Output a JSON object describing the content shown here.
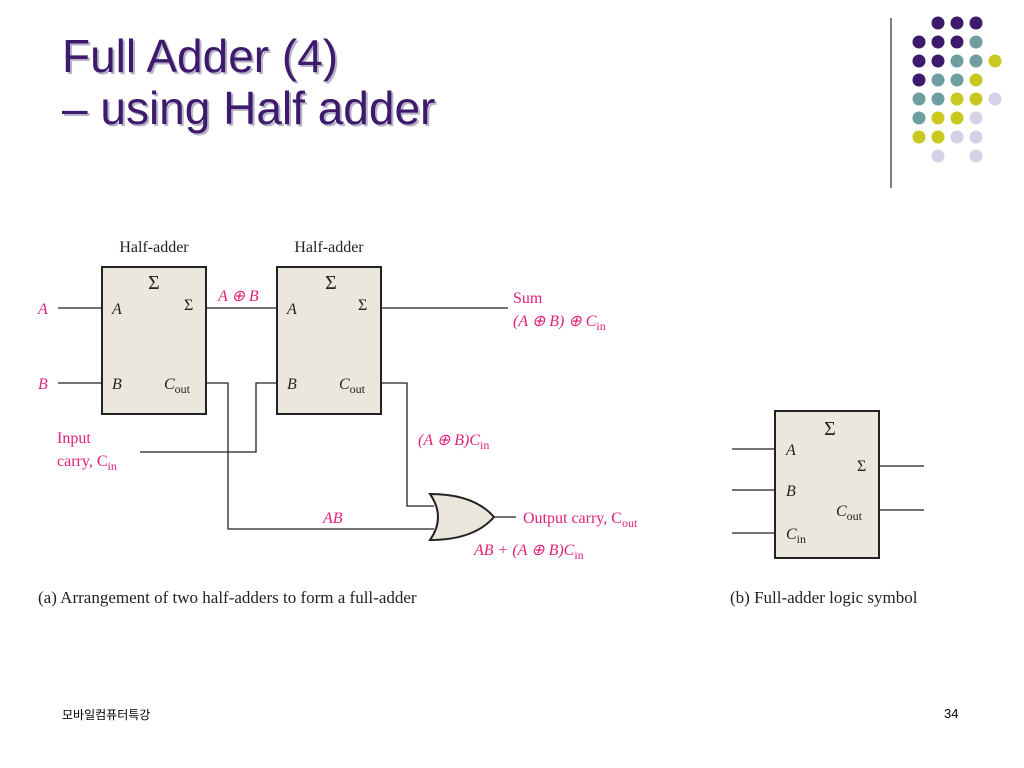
{
  "slide": {
    "title_line1": "Full Adder (4)",
    "title_line2": "– using Half adder",
    "footer_left": "모바일컴퓨터특강",
    "page_number": "34"
  },
  "colors": {
    "title": "#3d1a6b",
    "dot_purple": "#3d1a6b",
    "dot_teal": "#6f9ea0",
    "dot_yellow": "#c8c81e",
    "dot_lavender": "#d4d2e6",
    "box_fill": "#ece7dc",
    "annotation": "#e0207a"
  },
  "diagram_a": {
    "half_adder_1_label": "Half-adder",
    "half_adder_2_label": "Half-adder",
    "sigma": "Σ",
    "port_a": "A",
    "port_b": "B",
    "port_sum": "Σ",
    "port_cout_main": "C",
    "port_cout_sub": "out",
    "input_a": "A",
    "input_b": "B",
    "input_carry_line1": "Input",
    "input_carry_line2": "carry, C",
    "input_carry_sub": "in",
    "a_xor_b": "A ⊕ B",
    "sum_label": "Sum",
    "sum_expr_main": "(A ⊕ B) ⊕ C",
    "sum_expr_sub": "in",
    "mid_carry_main": "(A ⊕ B)C",
    "mid_carry_sub": "in",
    "ab_label": "AB",
    "output_carry_main": "Output carry, C",
    "output_carry_sub": "out",
    "carry_expr_main": "AB + (A ⊕ B)C",
    "carry_expr_sub": "in",
    "caption": "(a)  Arrangement of two half-adders to form a full-adder"
  },
  "diagram_b": {
    "sigma": "Σ",
    "port_a": "A",
    "port_b": "B",
    "port_cin_main": "C",
    "port_cin_sub": "in",
    "port_sum": "Σ",
    "port_cout_main": "C",
    "port_cout_sub": "out",
    "caption": "(b)  Full-adder logic symbol"
  }
}
